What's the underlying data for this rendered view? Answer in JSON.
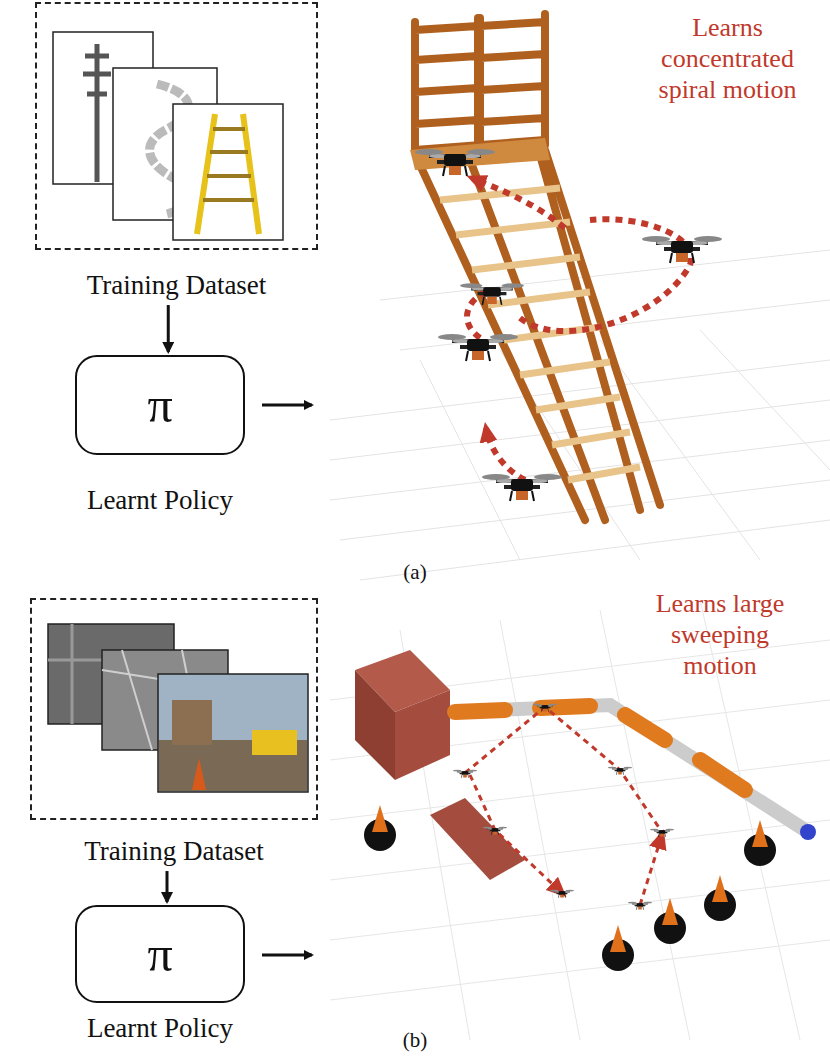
{
  "diagram": {
    "nodes": [
      {
        "text": [
          "Training Dataset"
        ]
      },
      {
        "text": [
          "π",
          "Learnt Policy"
        ]
      },
      {
        "text": [
          "Training Dataset"
        ]
      },
      {
        "text": [
          "π",
          "Learnt Policy"
        ]
      }
    ],
    "edges": [
      {
        "from": 0,
        "to": 1,
        "arrow": "to"
      },
      {
        "from": 2,
        "to": 3,
        "arrow": "to"
      }
    ],
    "labels": [
      "Learns concentrated spiral motion",
      "(a)",
      "Learns large sweeping motion",
      "(b)"
    ]
  }
}
